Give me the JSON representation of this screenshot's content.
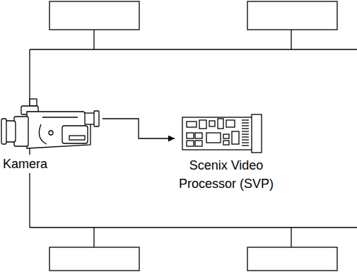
{
  "diagram": {
    "nodes": [
      {
        "text": [
          "Kamera"
        ]
      },
      {
        "text": [
          "Scenix Video Processor (SVP)"
        ]
      }
    ],
    "edges": [
      {
        "from": 0,
        "to": 1,
        "arrow": "to"
      }
    ]
  }
}
